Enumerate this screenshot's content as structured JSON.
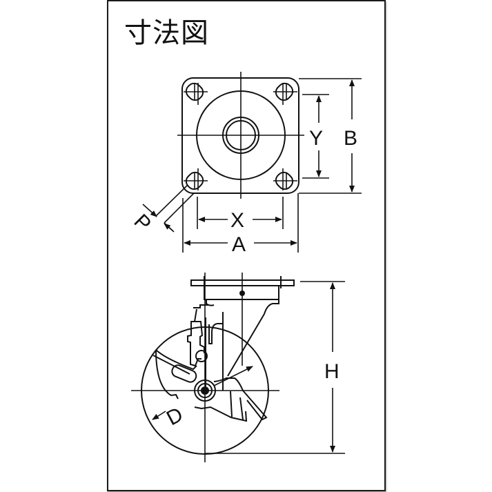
{
  "title": "寸法図",
  "top_view": {
    "labels": {
      "A": "A",
      "B": "B",
      "X": "X",
      "Y": "Y",
      "P": "P"
    }
  },
  "side_view": {
    "labels": {
      "H": "H",
      "D": "D"
    }
  },
  "colors": {
    "line": "#111111",
    "background": "#ffffff"
  }
}
